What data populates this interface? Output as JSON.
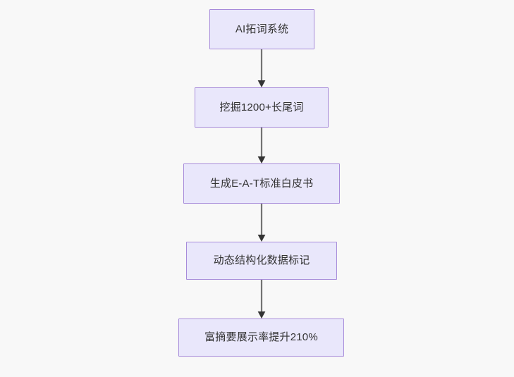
{
  "diagram": {
    "title": "AI SEO content pipeline flowchart",
    "direction": "top-to-bottom",
    "background_color": "#f8f8f8",
    "node_fill_color": "#e9e7fb",
    "node_border_color": "#a78bda",
    "node_text_color": "#333333",
    "edge_color": "#737373",
    "arrowhead_color": "#333333",
    "nodes": [
      {
        "id": "n1",
        "label": "AI拓词系统"
      },
      {
        "id": "n2",
        "label": "挖掘1200+长尾词"
      },
      {
        "id": "n3",
        "label": "生成E-A-T标准白皮书"
      },
      {
        "id": "n4",
        "label": "动态结构化数据标记"
      },
      {
        "id": "n5",
        "label": "富摘要展示率提升210%"
      }
    ],
    "edges": [
      {
        "id": "e1",
        "from": "n1",
        "to": "n2",
        "label": ""
      },
      {
        "id": "e2",
        "from": "n2",
        "to": "n3",
        "label": ""
      },
      {
        "id": "e3",
        "from": "n3",
        "to": "n4",
        "label": ""
      },
      {
        "id": "e4",
        "from": "n4",
        "to": "n5",
        "label": ""
      }
    ]
  }
}
